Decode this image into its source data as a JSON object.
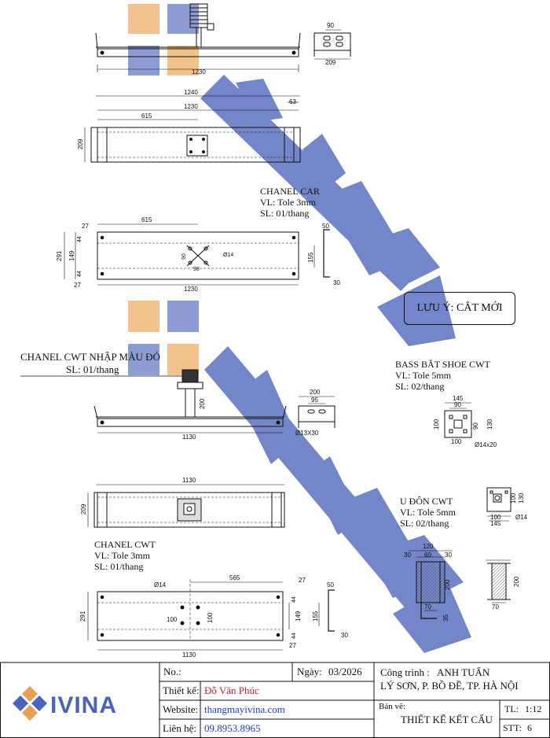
{
  "colors": {
    "brand_blue": "#4a64b8",
    "brand_orange": "#e89a3a",
    "watermark_blue": "#5a72c0",
    "watermark_orange": "#e8a050",
    "red": "#d02020",
    "link_blue": "#1a3fd0"
  },
  "watermark": {
    "text": "IVINA"
  },
  "parts": {
    "chanel_car": {
      "title": "CHANEL CAR",
      "material": "VL: Tole 3mm",
      "qty": "SL: 01/thang"
    },
    "note": "LƯU Ý: CẮT MỚI",
    "chanel_cwt_red": {
      "title": "CHANEL CWT NHẬP MÀU ĐỎ",
      "qty": "SL: 01/thang"
    },
    "bass": {
      "title": "BASS BẮT SHOE CWT",
      "material": "VL: Tole 5mm",
      "qty": "SL: 02/thang"
    },
    "u_don": {
      "title": "U ĐÔN CWT",
      "material": "VL: Tole 5mm",
      "qty": "SL: 02/thang"
    },
    "chanel_cwt": {
      "title": "CHANEL CWT",
      "material": "VL: Tole 3mm",
      "qty": "SL: 01/thang"
    }
  },
  "dims": {
    "d1230": "1230",
    "d1240": "1240",
    "d63": "63",
    "d615": "615",
    "d209": "209",
    "d90": "90",
    "d27": "27",
    "d44": "44",
    "d149": "149",
    "d291": "291",
    "d98": "98",
    "d14": "Ø14",
    "d50": "50",
    "d155": "155",
    "d30": "30",
    "d1130": "1130",
    "d200": "200",
    "d95": "95",
    "d13x30": "Ø13X30",
    "d145": "145",
    "d100": "100",
    "d130": "130",
    "d14x20": "Ø14x20",
    "d120": "120",
    "d60": "60",
    "d70": "70",
    "d35": "35",
    "d565": "565"
  },
  "title_block": {
    "no_label": "No.:",
    "designer_label": "Thiết kế:",
    "designer": "Đỗ Văn Phúc",
    "website_label": "Website:",
    "website": "thangmayivina.com",
    "contact_label": "Liên hệ:",
    "contact": "09.8953.8965",
    "date_label": "Ngày:",
    "date": "03/2026",
    "project_label": "Công trình :",
    "project": "ANH TUẤN",
    "address": "LÝ SƠN, P. BỒ ĐỀ, TP. HÀ NỘI",
    "drawing_label": "Bản vẽ:",
    "drawing": "THIẾT KẾ KẾT CẤU",
    "scale_label": "TL:",
    "scale": "1:12",
    "sheet_label": "STT:",
    "sheet": "6",
    "logo_text": "IVINA"
  }
}
